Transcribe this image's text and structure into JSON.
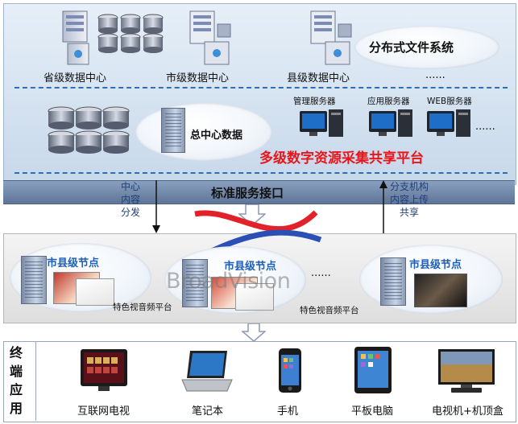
{
  "top": {
    "labels": {
      "province": "省级数据中心",
      "city": "市级数据中心",
      "county": "县级数据中心",
      "dots1": "......",
      "dfs": "分布式文件系统"
    },
    "servers": {
      "management": "管理服务器",
      "application": "应用服务器",
      "web": "WEB服务器",
      "dots": "......"
    },
    "central": "总中心数据",
    "platform_title": "多级数字资源采集共享平台"
  },
  "band": {
    "title": "标准服务接口",
    "left_note": "中心\n内容\n分发",
    "right_note": "分支机构\n内容上传\n共享"
  },
  "middle": {
    "node_label": "市县级节点",
    "platform_label": "特色视音频平台",
    "dots": "......",
    "watermark": "BroadVision"
  },
  "terminal": {
    "side_title": "终\n端\n应\n用",
    "devices": [
      {
        "label": "互联网电视",
        "icon": "internet-tv-icon"
      },
      {
        "label": "笔记本",
        "icon": "laptop-icon"
      },
      {
        "label": "手机",
        "icon": "phone-icon"
      },
      {
        "label": "平板电脑",
        "icon": "tablet-icon"
      },
      {
        "label": "电视机+机顶盒",
        "icon": "tv-settop-icon"
      }
    ]
  },
  "colors": {
    "panel_top": "#d8e6f3",
    "band": "#6f86a8",
    "accent_red": "#e8161b",
    "dash_blue": "#2e6fb3"
  }
}
